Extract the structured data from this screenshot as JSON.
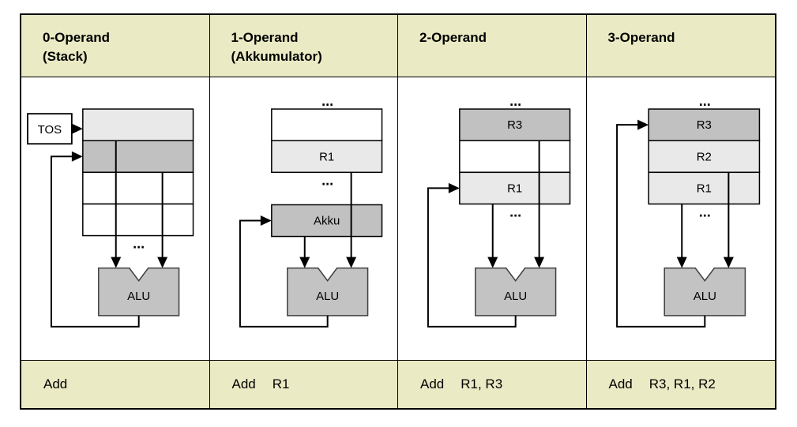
{
  "colors": {
    "band_bg": "#eaeac4",
    "cell_white": "#ffffff",
    "cell_light": "#e9e9e9",
    "cell_dark": "#c1c1c1",
    "alu_fill": "#c3c3c3",
    "alu_stroke": "#3f3f3f",
    "stroke": "#000000"
  },
  "table": {
    "columns": [
      {
        "id": "0-operand",
        "header_title": "0-Operand",
        "header_subtitle": "(Stack)",
        "footer_mnemonic": "Add",
        "footer_operands": "",
        "diagram": {
          "tos_label": "TOS",
          "dots": "...",
          "dots_above": false,
          "dots_below": true,
          "cells": [
            {
              "label": "",
              "fill": "light"
            },
            {
              "label": "",
              "fill": "dark"
            },
            {
              "label": "",
              "fill": "white"
            },
            {
              "label": "",
              "fill": "white"
            }
          ],
          "alu_label": "ALU",
          "inputs": [
            {
              "side": "left",
              "from_boundary": 1
            },
            {
              "side": "right",
              "from_boundary": 2
            }
          ],
          "feedback": {
            "to": "cell",
            "index": 1
          }
        }
      },
      {
        "id": "1-operand",
        "header_title": "1-Operand",
        "header_subtitle": "(Akkumulator)",
        "footer_mnemonic": "Add",
        "footer_operands": "R1",
        "diagram": {
          "dots": "...",
          "dots_above": true,
          "dots_below": true,
          "cells": [
            {
              "label": "",
              "fill": "white"
            },
            {
              "label": "R1",
              "fill": "light"
            }
          ],
          "akku_label": "Akku",
          "alu_label": "ALU",
          "inputs": [
            {
              "side": "left",
              "from": "akku"
            },
            {
              "side": "right",
              "from_boundary": 2
            }
          ],
          "feedback": {
            "to": "akku"
          }
        }
      },
      {
        "id": "2-operand",
        "header_title": "2-Operand",
        "header_subtitle": "",
        "footer_mnemonic": "Add",
        "footer_operands": "R1, R3",
        "diagram": {
          "dots": "...",
          "dots_above": true,
          "dots_below": true,
          "cells": [
            {
              "label": "R3",
              "fill": "dark"
            },
            {
              "label": "",
              "fill": "white"
            },
            {
              "label": "R1",
              "fill": "light"
            }
          ],
          "alu_label": "ALU",
          "inputs": [
            {
              "side": "left",
              "from_boundary": 3
            },
            {
              "side": "right",
              "from_boundary": 1
            }
          ],
          "feedback": {
            "to": "cell",
            "index": 2
          }
        }
      },
      {
        "id": "3-operand",
        "header_title": "3-Operand",
        "header_subtitle": "",
        "footer_mnemonic": "Add",
        "footer_operands": "R3, R1, R2",
        "diagram": {
          "dots": "...",
          "dots_above": true,
          "dots_below": true,
          "cells": [
            {
              "label": "R3",
              "fill": "dark"
            },
            {
              "label": "R2",
              "fill": "light"
            },
            {
              "label": "R1",
              "fill": "light"
            }
          ],
          "alu_label": "ALU",
          "inputs": [
            {
              "side": "left",
              "from_boundary": 3
            },
            {
              "side": "right",
              "from_boundary": 2
            }
          ],
          "feedback": {
            "to": "cell",
            "index": 0
          }
        }
      }
    ]
  }
}
